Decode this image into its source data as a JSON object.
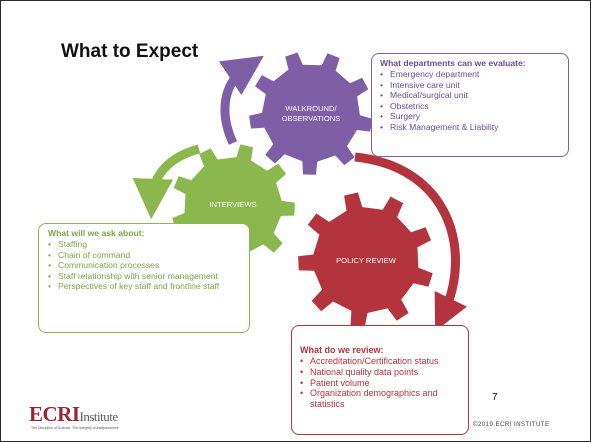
{
  "slide": {
    "title": "What to Expect",
    "page_number": "7",
    "copyright": "©2019 ECRI INSTITUTE",
    "logo": {
      "primary": "ECRI",
      "secondary": "Institute",
      "tagline": "The Discipline of Science. The Integrity of Independence"
    }
  },
  "gears": {
    "walkround": {
      "label_line1": "WALKROUND/",
      "label_line2": "OBSERVATIONS",
      "color": "#7e5fa6"
    },
    "interviews": {
      "label": "INTERVIEWS",
      "color": "#8ab84e"
    },
    "policy": {
      "label": "POLICY REVIEW",
      "color": "#b3343c"
    }
  },
  "boxes": {
    "departments": {
      "heading": "What departments can we evaluate:",
      "items": [
        "Emergency department",
        "Intensive care unit",
        "Medical/surgical unit",
        "Obstetrics",
        "Surgery",
        "Risk Management & Liability"
      ]
    },
    "questions": {
      "heading": "What will we ask about:",
      "items": [
        "Staffing",
        "Chain of command",
        "Communication processes",
        "Staff relationship with senior management",
        "Perspectives of key staff and frontline staff"
      ]
    },
    "review": {
      "heading": "What do we review:",
      "items": [
        "Accreditation/Certification status",
        "National quality data points",
        "Patient volume",
        "Organization demographics and statistics"
      ]
    }
  },
  "colors": {
    "purple": "#7e5fa6",
    "green": "#8ab84e",
    "red": "#b3343c"
  }
}
